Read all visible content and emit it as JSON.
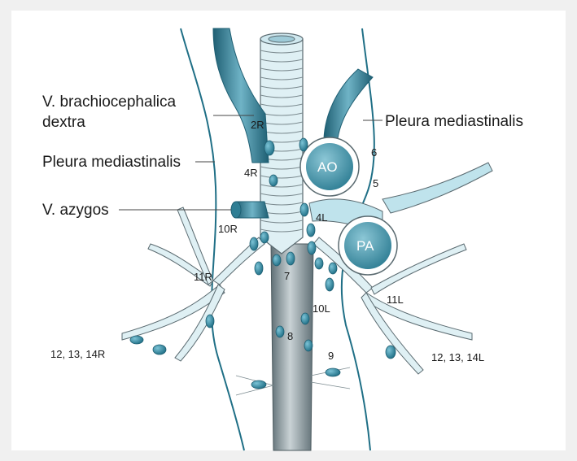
{
  "labels": {
    "brachio_line1": "V. brachiocephalica",
    "brachio_line2": "dextra",
    "pleura_left": "Pleura mediastinalis",
    "pleura_right": "Pleura mediastinalis",
    "azygos": "V. azygos",
    "n2R": "2R",
    "n4R": "4R",
    "n4L": "4L",
    "n10R": "10R",
    "n11R": "11R",
    "n7": "7",
    "n8": "8",
    "n9": "9",
    "n10L": "10L",
    "n11L": "11L",
    "n5": "5",
    "n6": "6",
    "ao": "AO",
    "pa": "PA",
    "stations_right": "12, 13, 14R",
    "stations_left": "12, 13, 14L"
  },
  "colors": {
    "vessel": "#2f7e94",
    "vessel_dark": "#1f5f73",
    "vessel_light": "#bfe3ec",
    "node": "#2c88a3",
    "airway": "#dff0f4",
    "outline": "#5a6a70",
    "pleura": "#1f6f86"
  }
}
